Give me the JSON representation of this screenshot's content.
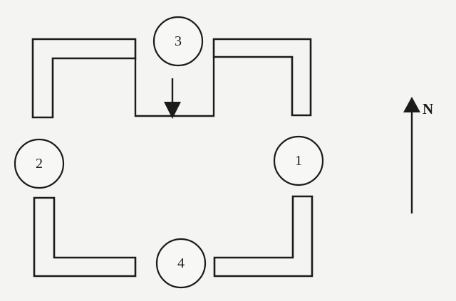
{
  "markers": [
    {
      "id": "1",
      "label": "1"
    },
    {
      "id": "2",
      "label": "2"
    },
    {
      "id": "3",
      "label": "3"
    },
    {
      "id": "4",
      "label": "4"
    }
  ],
  "compass": {
    "label": "N"
  },
  "colors": {
    "ink": "#1b1b1b",
    "paper": "#f4f4f2"
  }
}
